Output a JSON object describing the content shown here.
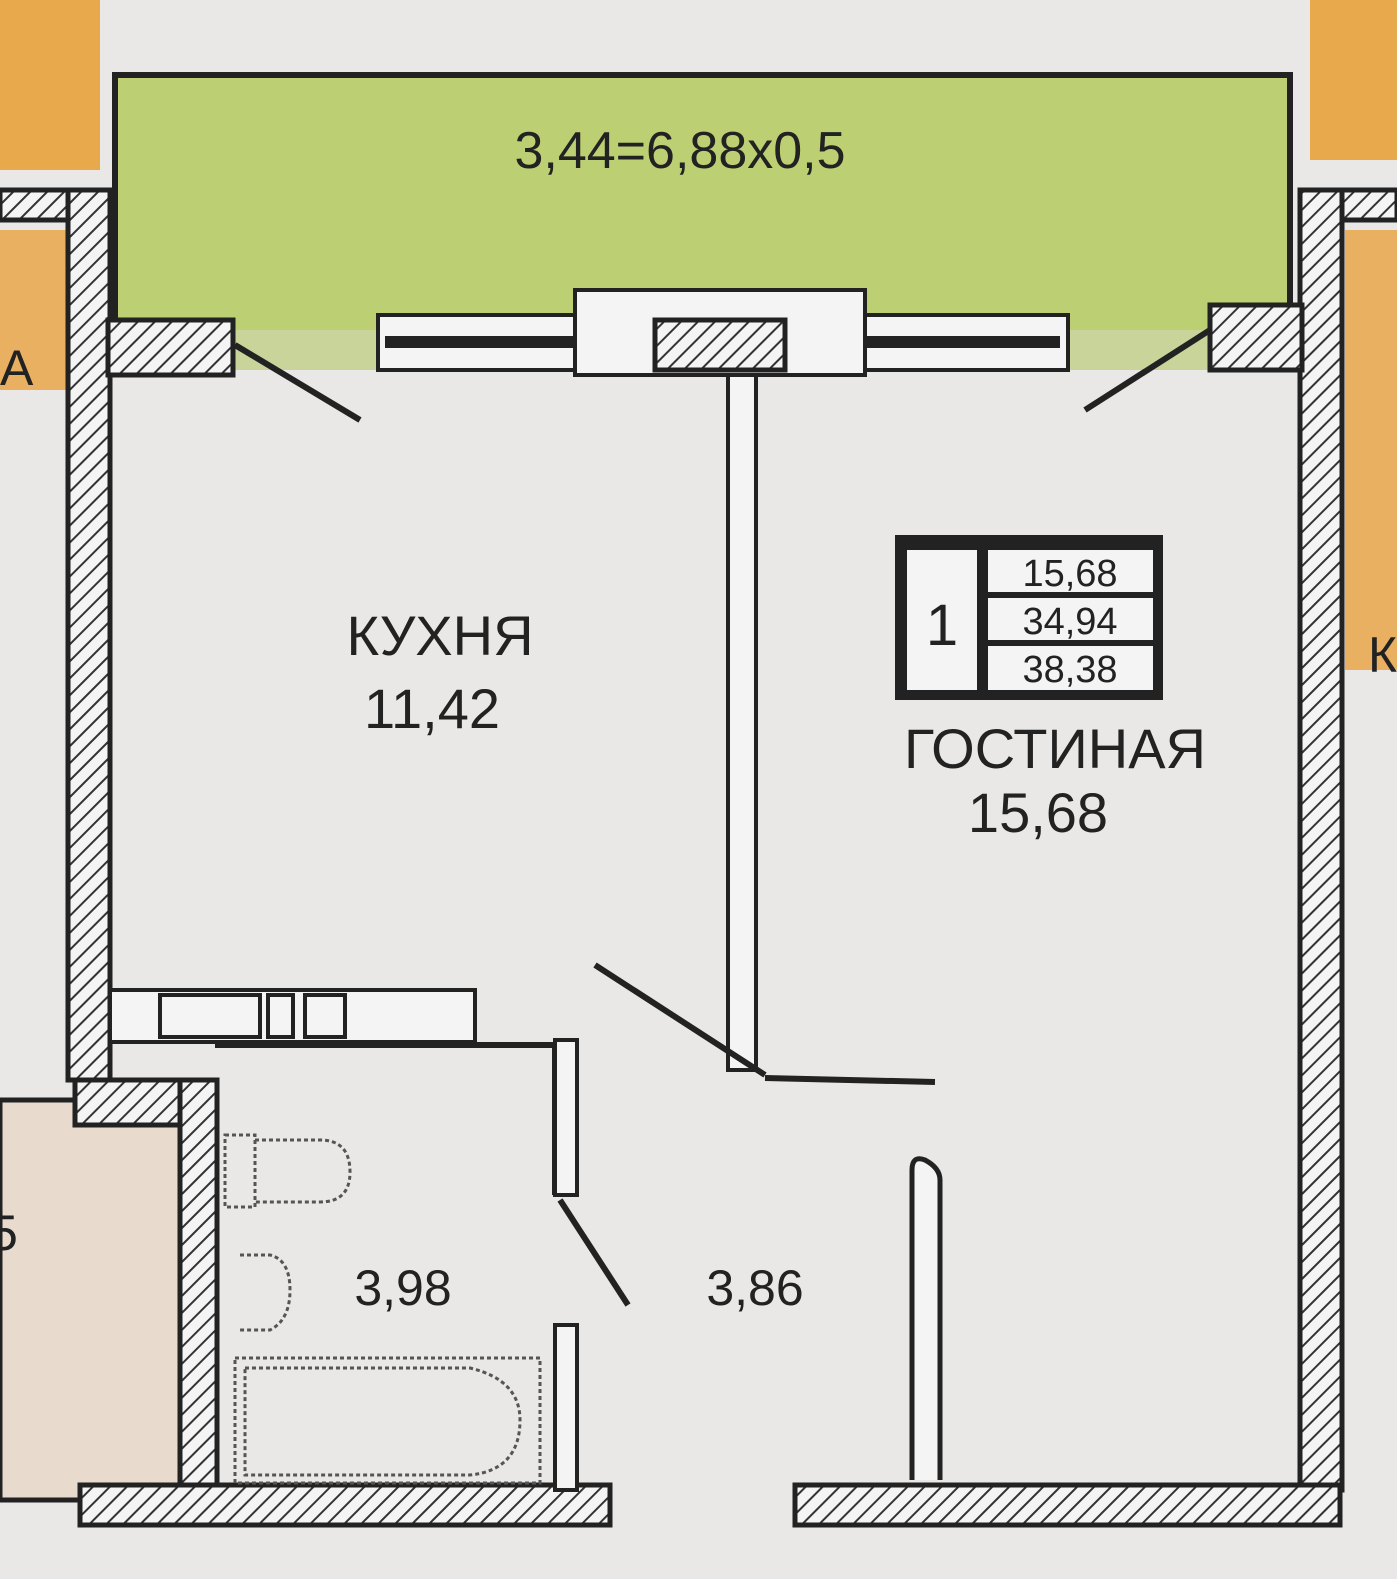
{
  "colors": {
    "balcony": "#bccf72",
    "floor": "#e9e8e6",
    "neighbor_orange": "#e8a84c",
    "neighbor_beige": "#e8dacd",
    "wall_lines": "#222222"
  },
  "balcony": {
    "label": "3,44=6,88x0,5"
  },
  "kitchen": {
    "name": "КУХНЯ",
    "area": "11,42"
  },
  "living_room": {
    "name": "ГОСТИНАЯ",
    "area": "15,68"
  },
  "bathroom": {
    "area": "3,98"
  },
  "hallway": {
    "area": "3,86"
  },
  "apartment_info": {
    "rooms": "1",
    "living_area": "15,68",
    "total_area": "34,94",
    "total_with_balcony": "38,38"
  },
  "edge_fragments": {
    "left_top": "А",
    "left_bottom": "5",
    "right": "К"
  }
}
